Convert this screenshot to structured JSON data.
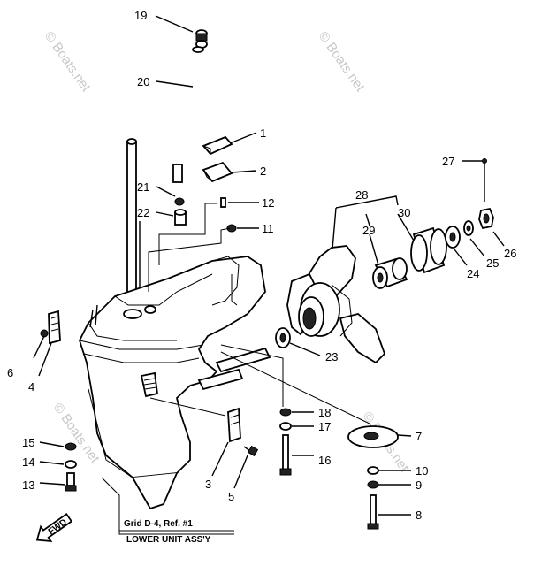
{
  "watermarks": [
    "© Boats.net",
    "© Boats.net",
    "© Boats.net",
    "© Boats.net"
  ],
  "caption": {
    "line1": "Grid D-4, Ref. #1",
    "line2": "LOWER UNIT ASS'Y"
  },
  "fwd_arrow": "FWD",
  "callouts": [
    {
      "id": "19",
      "text": "19"
    },
    {
      "id": "20",
      "text": "20"
    },
    {
      "id": "1",
      "text": "1"
    },
    {
      "id": "2",
      "text": "2"
    },
    {
      "id": "21",
      "text": "21"
    },
    {
      "id": "12",
      "text": "12"
    },
    {
      "id": "22",
      "text": "22"
    },
    {
      "id": "11",
      "text": "11"
    },
    {
      "id": "27",
      "text": "27"
    },
    {
      "id": "28",
      "text": "28"
    },
    {
      "id": "29",
      "text": "29"
    },
    {
      "id": "30",
      "text": "30"
    },
    {
      "id": "26",
      "text": "26"
    },
    {
      "id": "25",
      "text": "25"
    },
    {
      "id": "24",
      "text": "24"
    },
    {
      "id": "23",
      "text": "23"
    },
    {
      "id": "6",
      "text": "6"
    },
    {
      "id": "4",
      "text": "4"
    },
    {
      "id": "18",
      "text": "18"
    },
    {
      "id": "17",
      "text": "17"
    },
    {
      "id": "7",
      "text": "7"
    },
    {
      "id": "16",
      "text": "16"
    },
    {
      "id": "15",
      "text": "15"
    },
    {
      "id": "14",
      "text": "14"
    },
    {
      "id": "13",
      "text": "13"
    },
    {
      "id": "3",
      "text": "3"
    },
    {
      "id": "5",
      "text": "5"
    },
    {
      "id": "10",
      "text": "10"
    },
    {
      "id": "9",
      "text": "9"
    },
    {
      "id": "8",
      "text": "8"
    }
  ]
}
